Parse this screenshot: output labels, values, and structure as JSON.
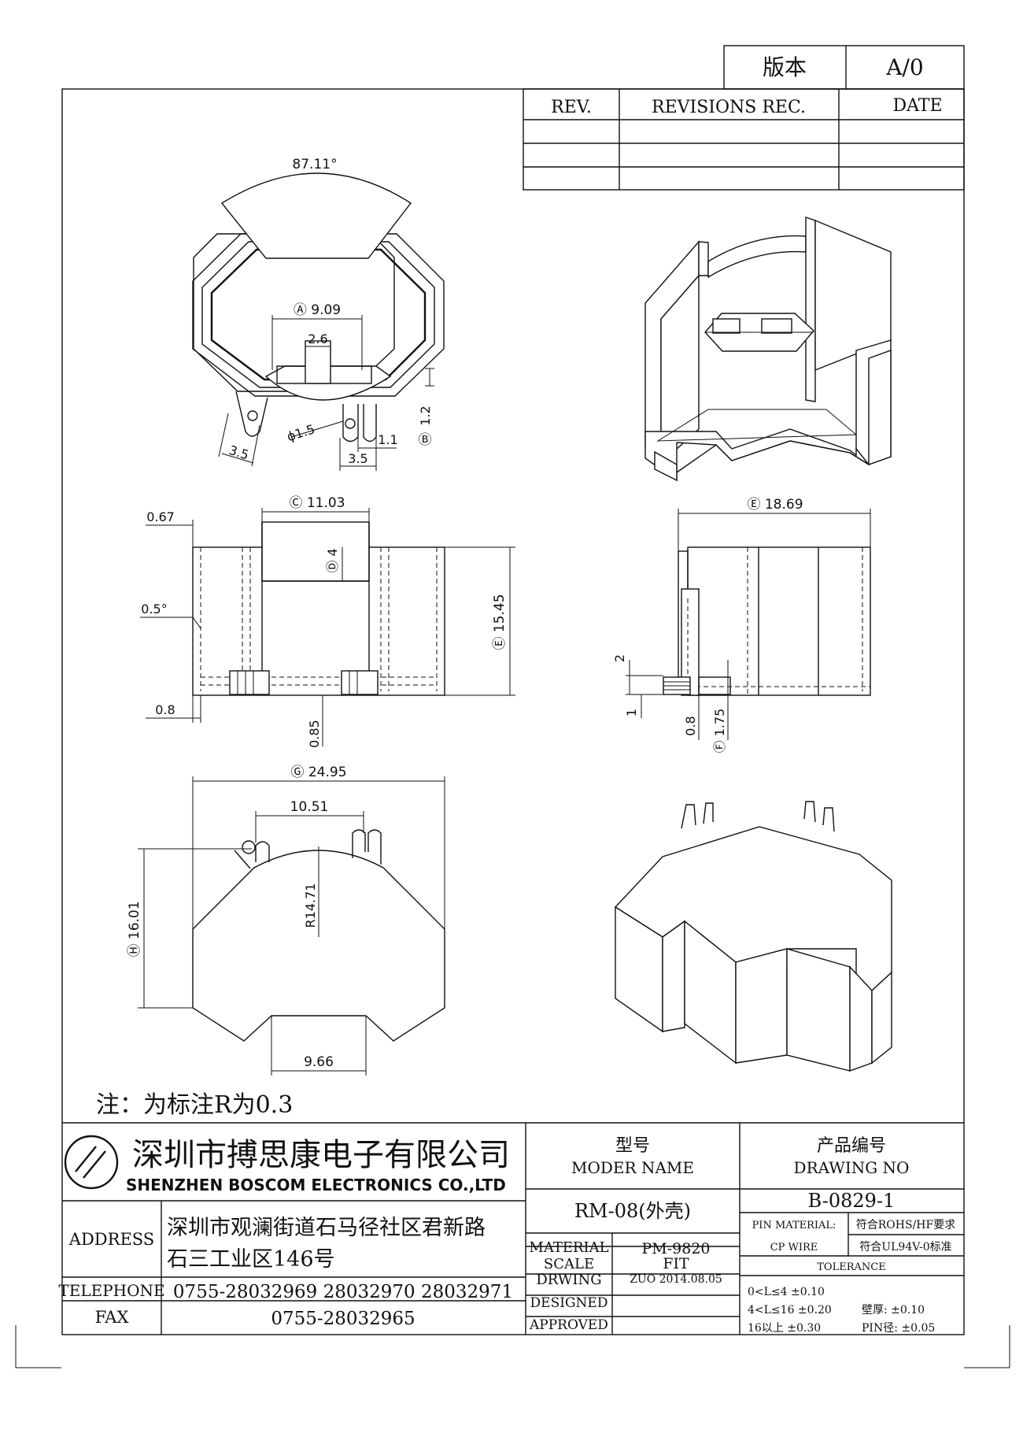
{
  "version_box": {
    "label": "版本",
    "value": "A/0"
  },
  "revision_table": {
    "rev_header": "REV.",
    "rec_header": "REVISIONS REC.",
    "date_header": "DATE"
  },
  "dimensions": {
    "angle": "87.11°",
    "a": "Ⓐ 9.09",
    "d26": "2.6",
    "d12": "1.2",
    "b": "Ⓑ",
    "phi": "ϕ1.5",
    "d11": "1.1",
    "d35a": "3.5",
    "d35b": "3.5",
    "c": "Ⓒ 11.03",
    "d067": "0.67",
    "d_4": "Ⓓ 4",
    "ang05": "0.5°",
    "e1545": "Ⓔ 15.45",
    "d08a": "0.8",
    "d085": "0.85",
    "e1869": "Ⓔ 18.69",
    "d2": "2",
    "d1": "1",
    "d08b": "0.8",
    "f175": "Ⓕ 1.75",
    "g": "Ⓖ  24.95",
    "d1051": "10.51",
    "r": "R14.71",
    "h": "Ⓗ 16.01",
    "d966": "9.66"
  },
  "note": "注：为标注R为0.3",
  "company": {
    "name_cn": "深圳市搏思康电子有限公司",
    "name_en": "SHENZHEN BOSCOM ELECTRONICS CO.,LTD"
  },
  "address": {
    "label": "ADDRESS",
    "line1": "深圳市观澜街道石马径社区君新路",
    "line2": "石三工业区146号"
  },
  "telephone": {
    "label": "TELEPHONE",
    "value": "0755-28032969 28032970 28032971"
  },
  "fax": {
    "label": "FAX",
    "value": "0755-28032965"
  },
  "model": {
    "label_cn": "型号",
    "label_en": "MODER NAME",
    "value": "RM-08(外壳)"
  },
  "drawing": {
    "label_cn": "产品编号",
    "label_en": "DRAWING NO",
    "value": "B-0829-1"
  },
  "fields": [
    {
      "label": "MATERIAL",
      "value": "PM-9820"
    },
    {
      "label": "SCALE",
      "value": "FIT"
    },
    {
      "label": "DRWING",
      "value": "ZUO 2014.08.05"
    },
    {
      "label": "DESIGNED",
      "value": ""
    },
    {
      "label": "APPROVED",
      "value": ""
    }
  ],
  "pin": {
    "material_label": "PIN MATERIAL:",
    "material_value": "符合ROHS/HF要求",
    "wire_label": "CP WIRE",
    "wire_value": "符合UL94V-0标准"
  },
  "tolerance": {
    "title": "TOLERANCE",
    "row1": "0<L≤4  ±0.10",
    "row2": "4<L≤16 ±0.20",
    "row3": "16以上     ±0.30",
    "wall": "壁厚:  ±0.10",
    "pin_dia": "PIN径: ±0.05"
  }
}
